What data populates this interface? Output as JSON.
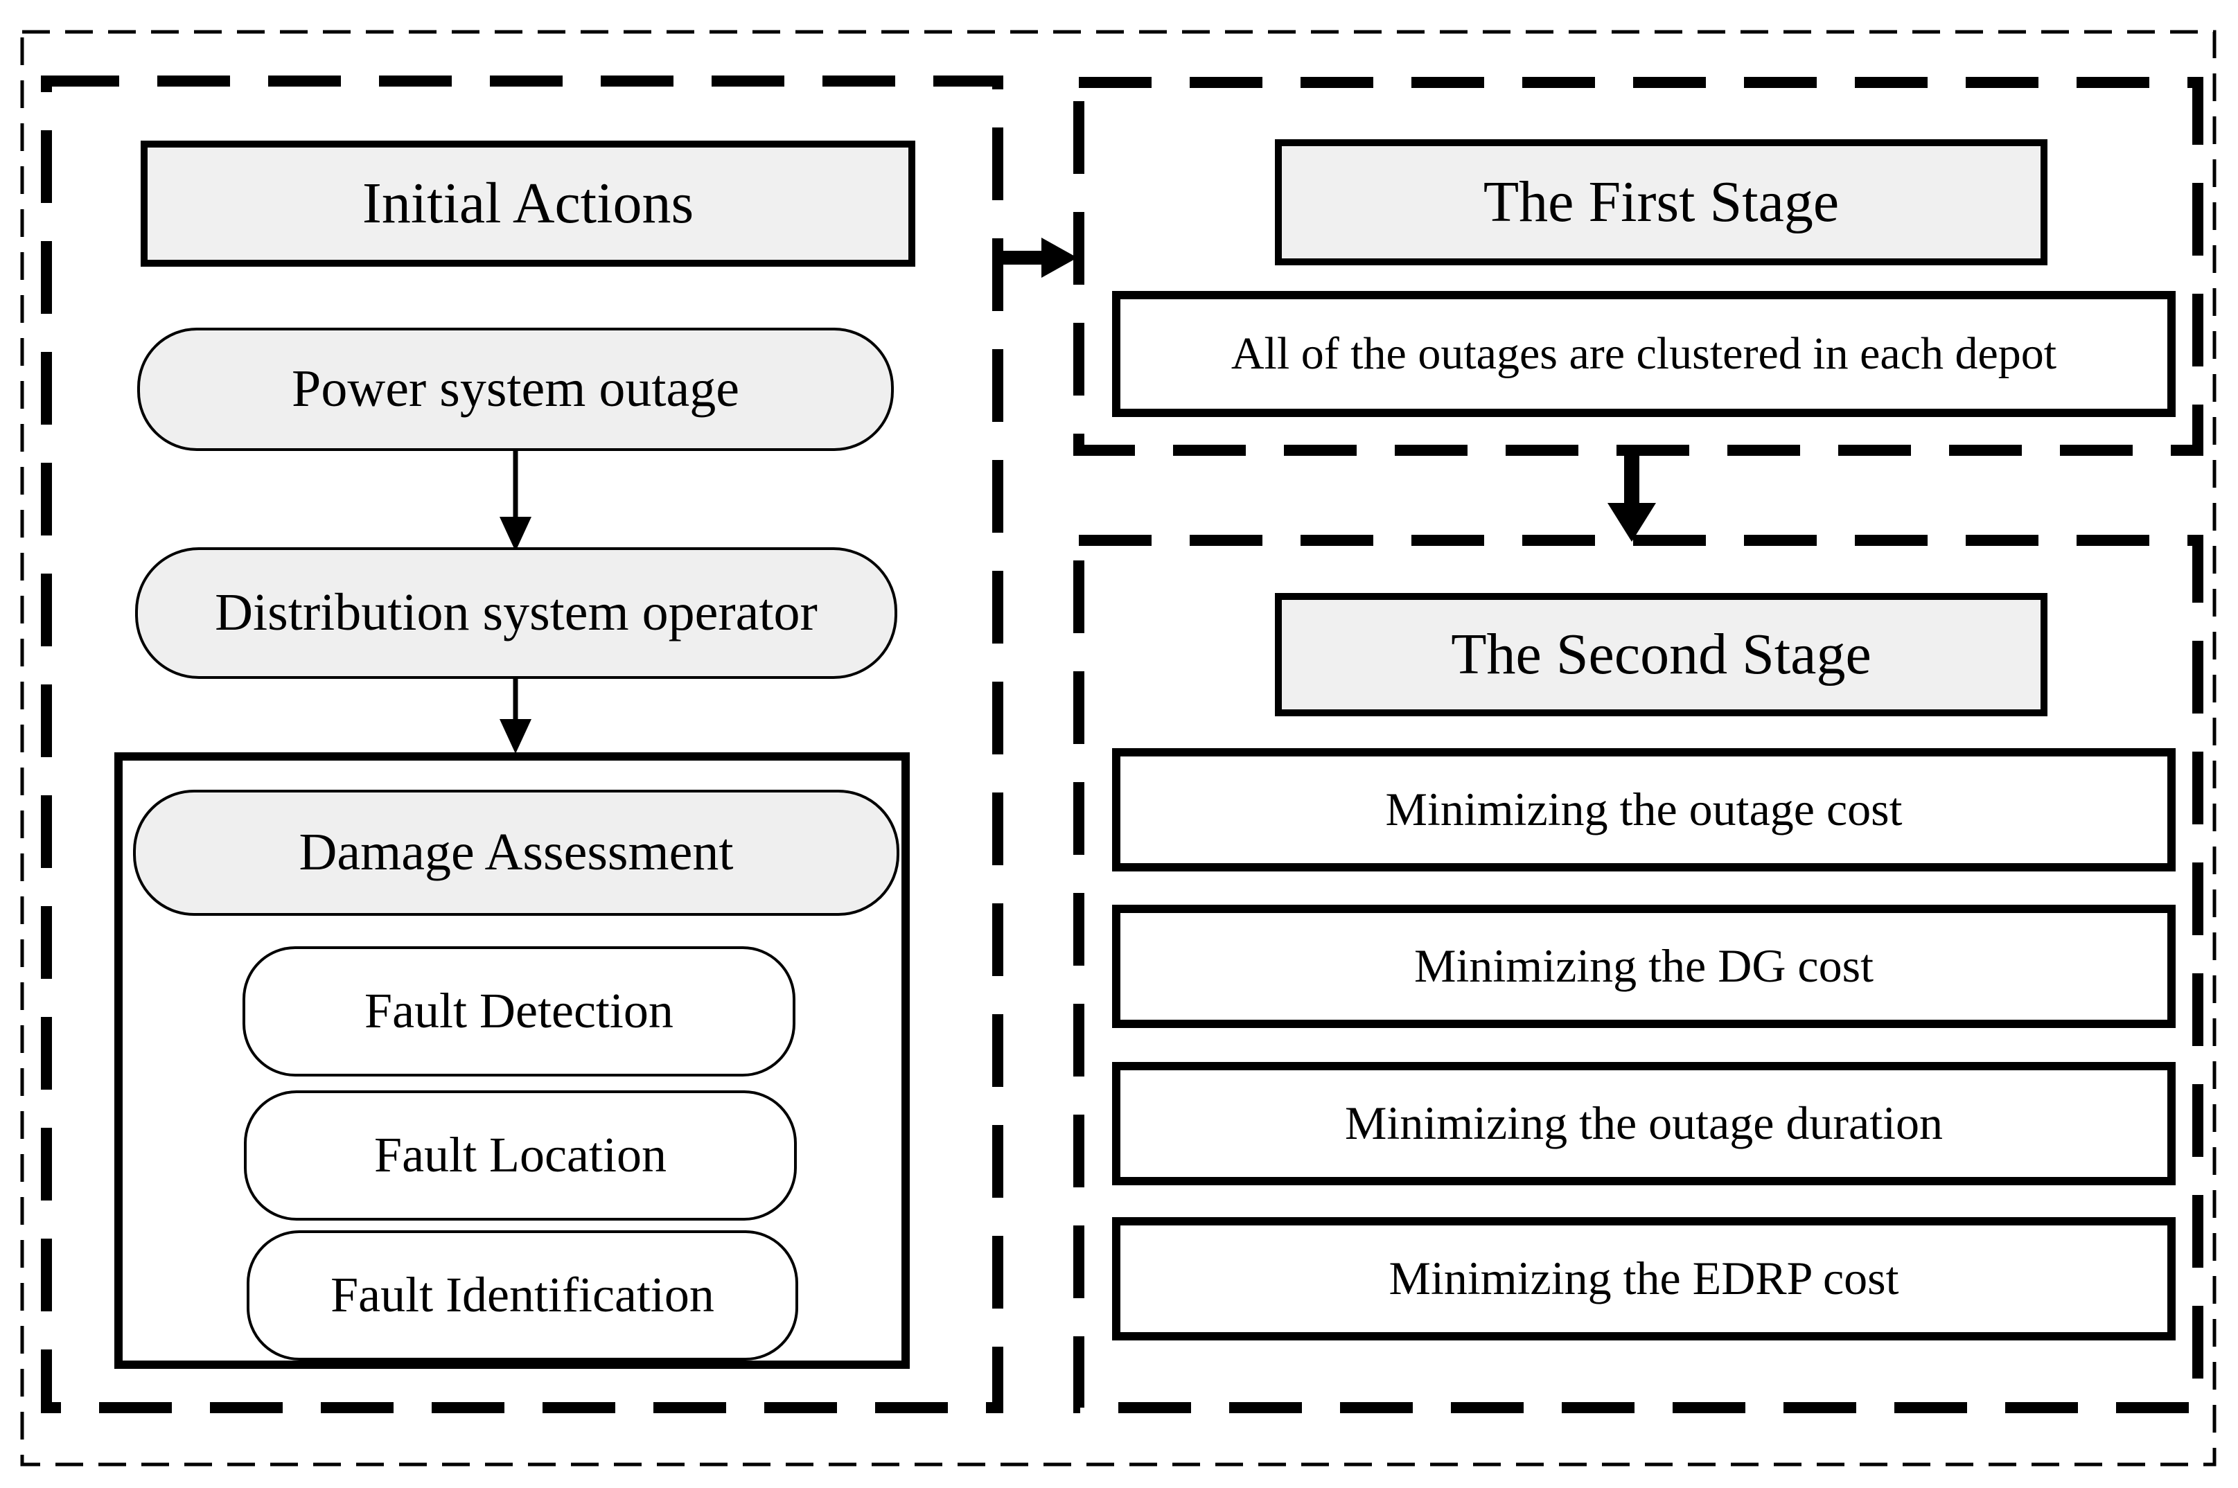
{
  "diagram": {
    "left_panel": {
      "header": "Initial Actions",
      "nodes": {
        "power_outage": "Power system outage",
        "dso": "Distribution system operator"
      },
      "damage_group": {
        "header": "Damage Assessment",
        "items": [
          "Fault Detection",
          "Fault Location",
          "Fault Identification"
        ]
      }
    },
    "first_stage": {
      "header": "The First Stage",
      "description": "All of the outages are clustered in each depot"
    },
    "second_stage": {
      "header": "The Second Stage",
      "items": [
        "Minimizing the outage cost",
        "Minimizing the DG cost",
        "Minimizing the outage duration",
        "Minimizing the EDRP cost"
      ]
    },
    "colors": {
      "node_fill": "#efefef",
      "header_fill": "#f0f0f0",
      "line": "#000000",
      "background": "#ffffff"
    }
  }
}
